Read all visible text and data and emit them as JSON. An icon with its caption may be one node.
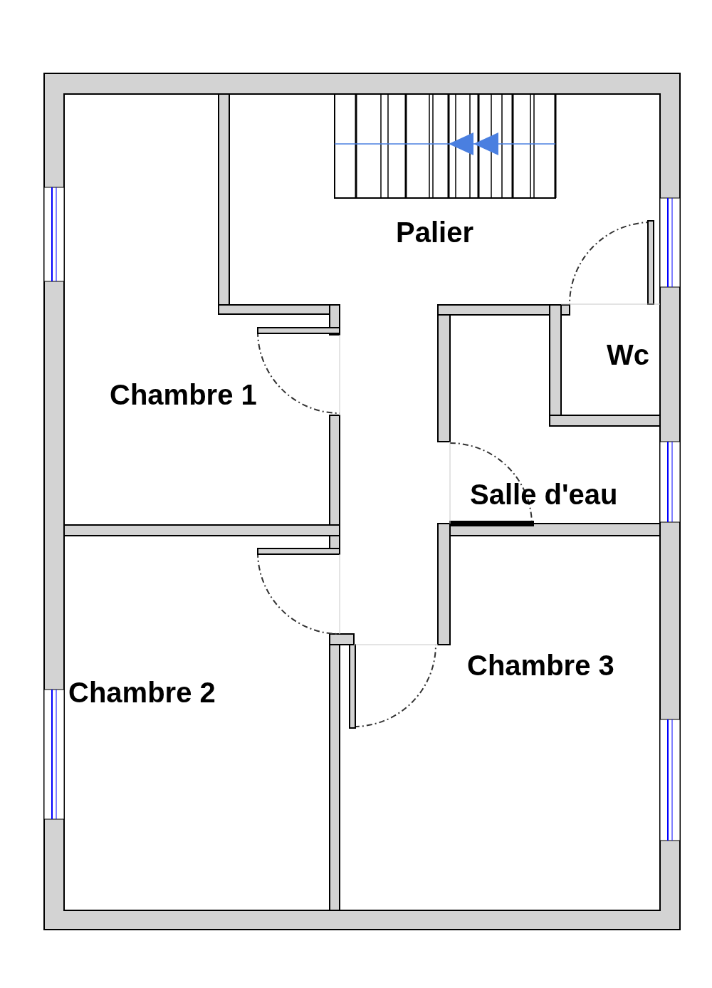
{
  "diagram": {
    "labels": [
      "Palier",
      "Wc",
      "Chambre 1",
      "Salle d'eau",
      "Chambre 3",
      "Chambre 2"
    ]
  }
}
